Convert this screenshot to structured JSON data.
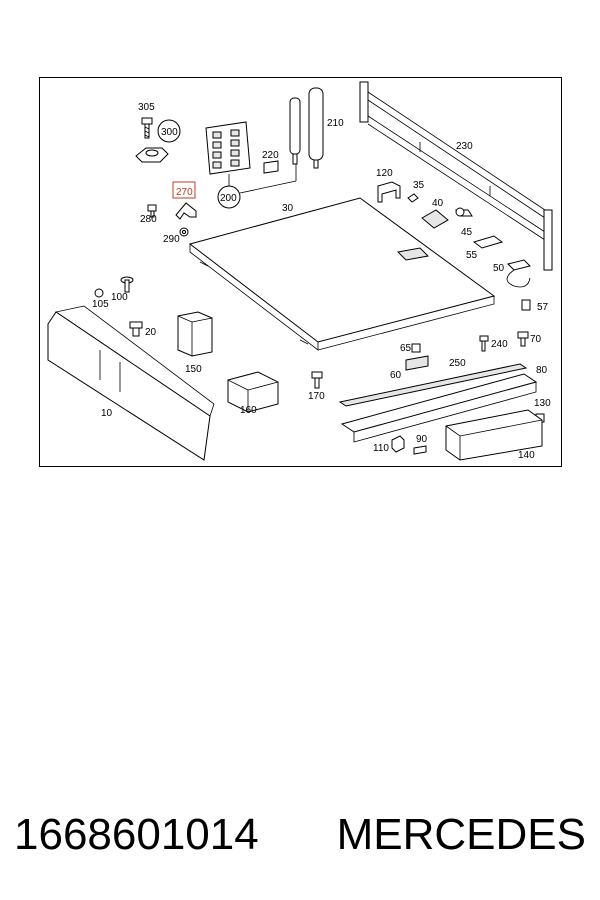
{
  "diagram": {
    "labels": {
      "l305": "305",
      "l300": "300",
      "l270": "270",
      "l280": "280",
      "l290": "290",
      "l200": "200",
      "l220": "220",
      "l210": "210",
      "l230": "230",
      "l30": "30",
      "l120": "120",
      "l35": "35",
      "l40": "40",
      "l45": "45",
      "l55": "55",
      "l50": "50",
      "l105": "105",
      "l100": "100",
      "l20": "20",
      "l150": "150",
      "l160": "160",
      "l10": "10",
      "l170": "170",
      "l65": "65",
      "l60": "60",
      "l250": "250",
      "l240": "240",
      "l70": "70",
      "l57": "57",
      "l80": "80",
      "l130": "130",
      "l90": "90",
      "l110": "110",
      "l140": "140"
    },
    "highlight_color": "#c0392b"
  },
  "caption": {
    "part_number": "1668601014",
    "brand": "MERCEDES"
  }
}
